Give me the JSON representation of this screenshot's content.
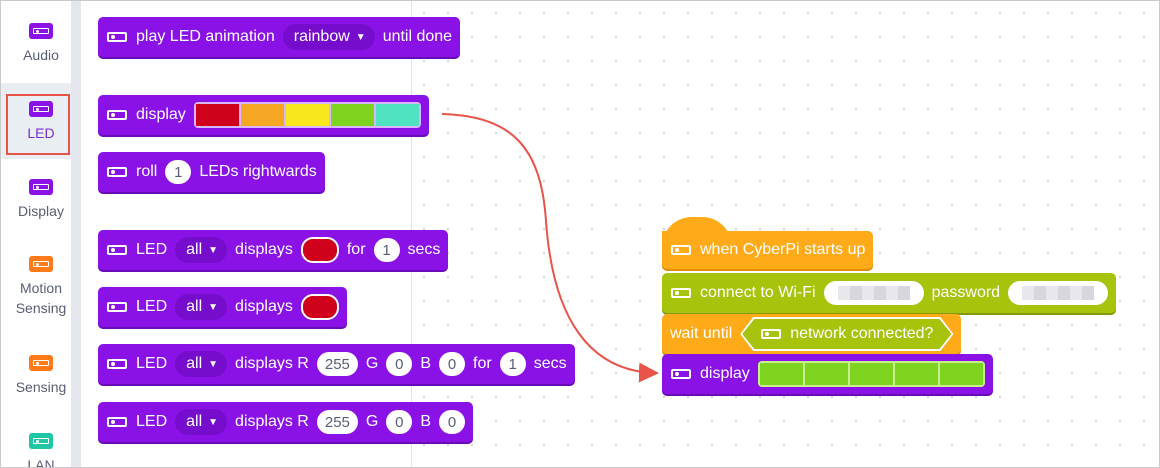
{
  "categories": [
    {
      "label": "Audio",
      "color": "#8a12e6",
      "icon": "led-strip-icon"
    },
    {
      "label": "LED",
      "color": "#8a12e6",
      "icon": "led-strip-icon",
      "selected": true
    },
    {
      "label": "Display",
      "color": "#8a12e6",
      "icon": "led-strip-icon"
    },
    {
      "label": "Motion",
      "label2": "Sensing",
      "color": "#ff7a18",
      "icon": "led-strip-icon"
    },
    {
      "label": "Sensing",
      "color": "#ff7a18",
      "icon": "led-strip-icon"
    },
    {
      "label": "LAN",
      "color": "#1fc7a6",
      "icon": "led-strip-icon"
    }
  ],
  "palette": {
    "b1": {
      "text1": "play LED animation",
      "dropdown": "rainbow",
      "text2": "until done"
    },
    "b2": {
      "text1": "display",
      "colors": [
        "#d0021b",
        "#f5a623",
        "#f8e71c",
        "#7ed321",
        "#50e3c2"
      ]
    },
    "b3": {
      "text1": "roll",
      "value": "1",
      "text2": "LEDs rightwards"
    },
    "b4": {
      "text1": "LED",
      "dropdown": "all",
      "text2": "displays",
      "color": "#d0021b",
      "text3": "for",
      "value": "1",
      "text4": "secs"
    },
    "b5": {
      "text1": "LED",
      "dropdown": "all",
      "text2": "displays",
      "color": "#d0021b"
    },
    "b6": {
      "text1": "LED",
      "dropdown": "all",
      "text2": "displays R",
      "r": "255",
      "g_label": "G",
      "g": "0",
      "b_label": "B",
      "b": "0",
      "text3": "for",
      "value": "1",
      "text4": "secs"
    },
    "b7": {
      "text1": "LED",
      "dropdown": "all",
      "text2": "displays R",
      "r": "255",
      "g_label": "G",
      "g": "0",
      "b_label": "B",
      "b": "0"
    }
  },
  "script": {
    "hat": "when CyberPi starts up",
    "wifi": {
      "text1": "connect to Wi-Fi",
      "text2": "password"
    },
    "wait": {
      "text1": "wait until",
      "condition": "network connected?"
    },
    "display": {
      "text1": "display",
      "colors": [
        "#7ed321",
        "#7ed321",
        "#7ed321",
        "#7ed321",
        "#7ed321"
      ]
    }
  },
  "colors": {
    "looks": "#8a12e6",
    "events": "#ffab19",
    "wifi": "#a7c30c",
    "annotation": "#e8534a"
  }
}
